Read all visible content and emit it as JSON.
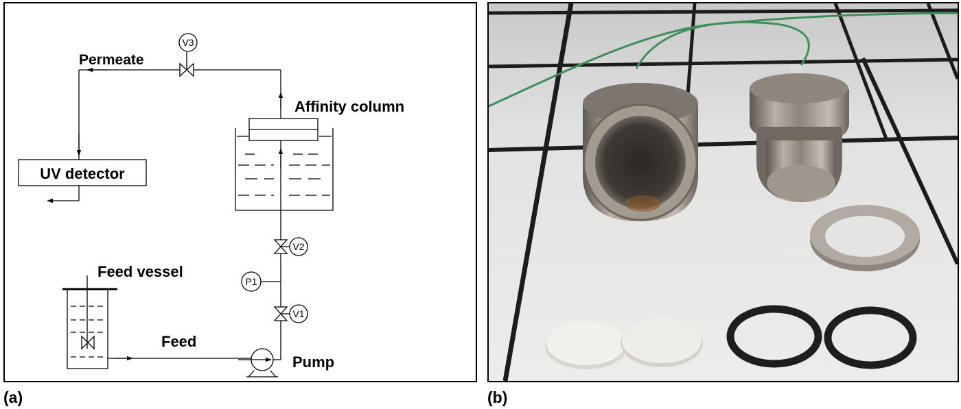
{
  "diagram": {
    "labels": {
      "permeate": "Permeate",
      "affinity_column": "Affinity column",
      "uv_detector": "UV detector",
      "feed_vessel": "Feed vessel",
      "feed": "Feed",
      "pump": "Pump"
    },
    "valves": {
      "v1": "V1",
      "v2": "V2",
      "v3": "V3"
    },
    "gauges": {
      "p1": "P1"
    }
  },
  "panel_labels": {
    "a": "(a)",
    "b": "(b)"
  },
  "photo": {
    "depicted_items": [
      "column-housing-cap-icon",
      "column-inlet-fitting-icon",
      "metal-washer-icon",
      "filter-disc-icon",
      "filter-disc-icon",
      "o-ring-icon",
      "o-ring-icon"
    ],
    "colors": {
      "backdrop": "#8f8f8f",
      "tile": "#e3e3e3",
      "grout": "#1c1c1c",
      "metal": "#9a9188",
      "gasket": "#1e1e1e",
      "filter": "#f2f0ec",
      "tubing": "#3c8f5a"
    }
  }
}
